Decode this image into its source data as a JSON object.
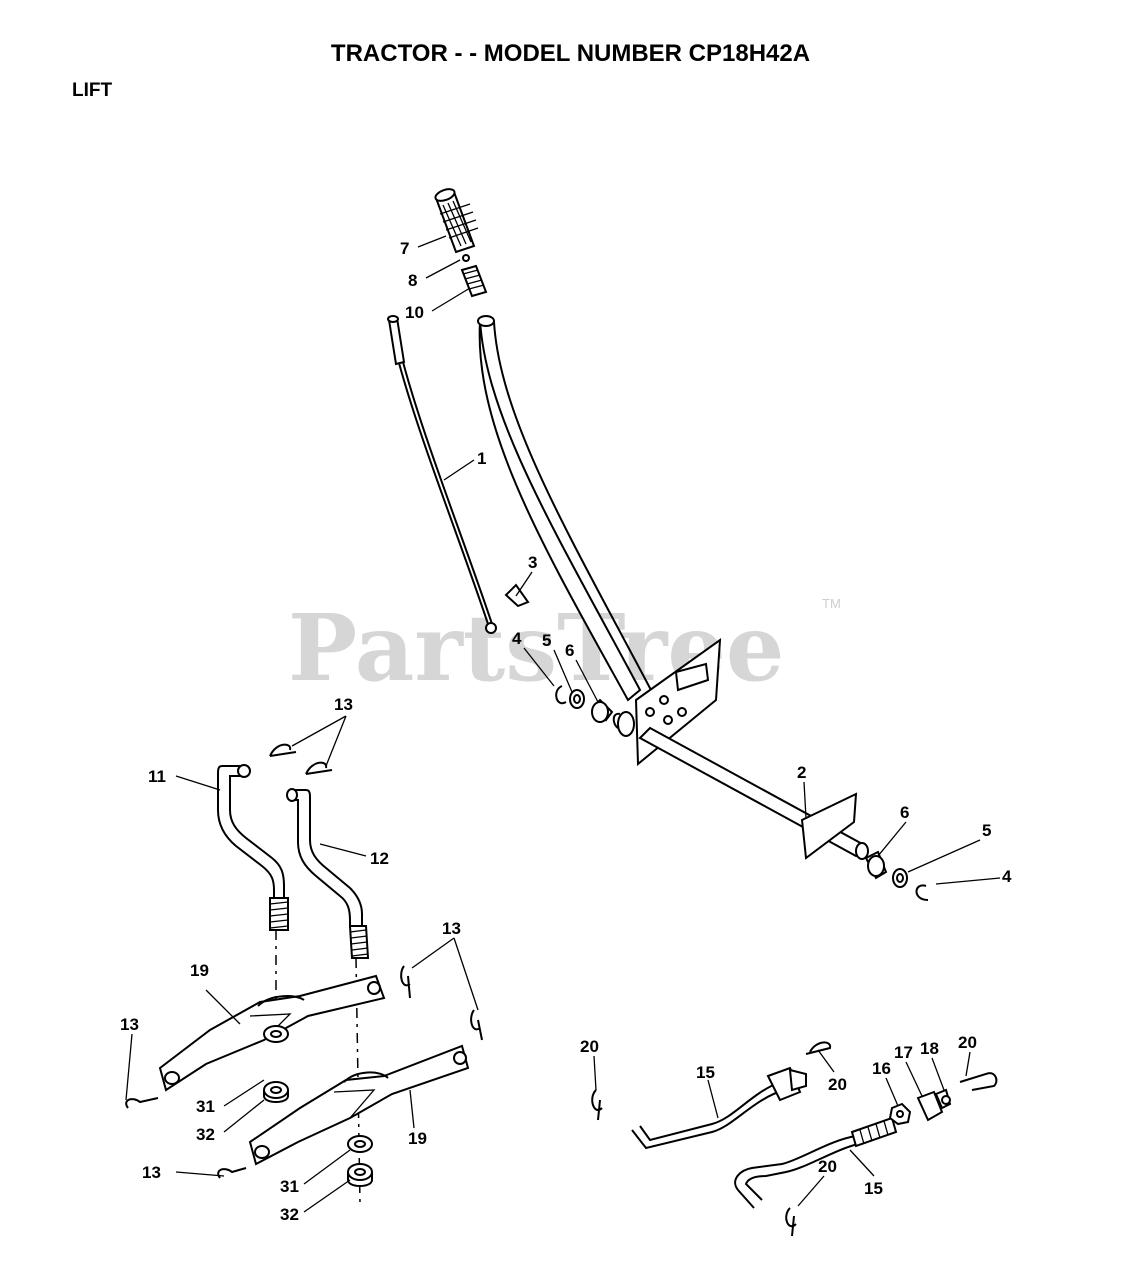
{
  "header": {
    "title": "TRACTOR - - MODEL NUMBER CP18H42A",
    "section": "LIFT"
  },
  "watermark": {
    "text": "PartsTree",
    "tm": "TM"
  },
  "callouts": [
    {
      "id": "c7",
      "label": "7"
    },
    {
      "id": "c8",
      "label": "8"
    },
    {
      "id": "c10",
      "label": "10"
    },
    {
      "id": "c1",
      "label": "1"
    },
    {
      "id": "c3",
      "label": "3"
    },
    {
      "id": "c4a",
      "label": "4"
    },
    {
      "id": "c5a",
      "label": "5"
    },
    {
      "id": "c6a",
      "label": "6"
    },
    {
      "id": "c2",
      "label": "2"
    },
    {
      "id": "c6b",
      "label": "6"
    },
    {
      "id": "c5b",
      "label": "5"
    },
    {
      "id": "c4b",
      "label": "4"
    },
    {
      "id": "c13a",
      "label": "13"
    },
    {
      "id": "c11",
      "label": "11"
    },
    {
      "id": "c12",
      "label": "12"
    },
    {
      "id": "c13b",
      "label": "13"
    },
    {
      "id": "c19a",
      "label": "19"
    },
    {
      "id": "c13c",
      "label": "13"
    },
    {
      "id": "c31a",
      "label": "31"
    },
    {
      "id": "c32a",
      "label": "32"
    },
    {
      "id": "c19b",
      "label": "19"
    },
    {
      "id": "c13d",
      "label": "13"
    },
    {
      "id": "c31b",
      "label": "31"
    },
    {
      "id": "c32b",
      "label": "32"
    },
    {
      "id": "c20a",
      "label": "20"
    },
    {
      "id": "c15a",
      "label": "15"
    },
    {
      "id": "c20b",
      "label": "20"
    },
    {
      "id": "c16",
      "label": "16"
    },
    {
      "id": "c17",
      "label": "17"
    },
    {
      "id": "c18",
      "label": "18"
    },
    {
      "id": "c20c",
      "label": "20"
    },
    {
      "id": "c20d",
      "label": "20"
    },
    {
      "id": "c15b",
      "label": "15"
    }
  ]
}
